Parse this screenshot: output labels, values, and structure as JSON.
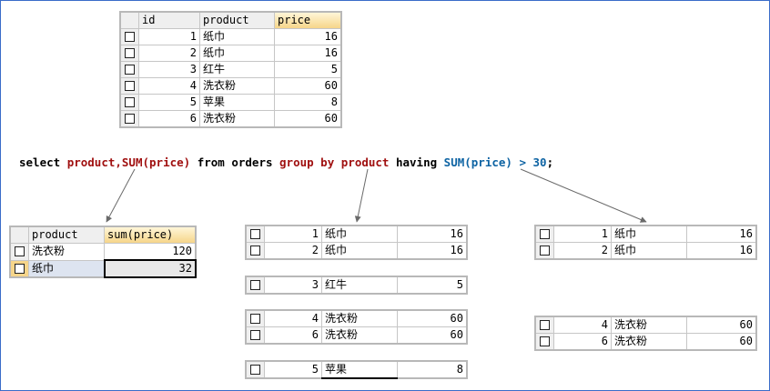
{
  "source_table": {
    "columns": [
      "id",
      "product",
      "price"
    ],
    "rows": [
      {
        "id": "1",
        "product": "纸巾",
        "price": "16"
      },
      {
        "id": "2",
        "product": "纸巾",
        "price": "16"
      },
      {
        "id": "3",
        "product": "红牛",
        "price": "5"
      },
      {
        "id": "4",
        "product": "洗衣粉",
        "price": "60"
      },
      {
        "id": "5",
        "product": "苹果",
        "price": "8"
      },
      {
        "id": "6",
        "product": "洗衣粉",
        "price": "60"
      }
    ]
  },
  "sql": {
    "select": "select ",
    "fields": "product,",
    "sum1_a": "SU",
    "sum1_b": "M(price)",
    "from": " from orders ",
    "group_by": "group by product",
    "having": " having ",
    "sum2_a": "SU",
    "sum2_b": "M(price) > 30",
    "end": ";"
  },
  "result_table": {
    "columns": [
      "product",
      "sum(price)"
    ],
    "rows": [
      {
        "product": "洗衣粉",
        "sum": "120"
      },
      {
        "product": "纸巾",
        "sum": "32"
      }
    ]
  },
  "grouped": [
    [
      {
        "id": "1",
        "product": "纸巾",
        "price": "16"
      },
      {
        "id": "2",
        "product": "纸巾",
        "price": "16"
      }
    ],
    [
      {
        "id": "3",
        "product": "红牛",
        "price": "5"
      }
    ],
    [
      {
        "id": "4",
        "product": "洗衣粉",
        "price": "60"
      },
      {
        "id": "6",
        "product": "洗衣粉",
        "price": "60"
      }
    ],
    [
      {
        "id": "5",
        "product": "苹果",
        "price": "8"
      }
    ]
  ],
  "having_filtered": [
    [
      {
        "id": "1",
        "product": "纸巾",
        "price": "16"
      },
      {
        "id": "2",
        "product": "纸巾",
        "price": "16"
      }
    ],
    [
      {
        "id": "4",
        "product": "洗衣粉",
        "price": "60"
      },
      {
        "id": "6",
        "product": "洗衣粉",
        "price": "60"
      }
    ]
  ]
}
